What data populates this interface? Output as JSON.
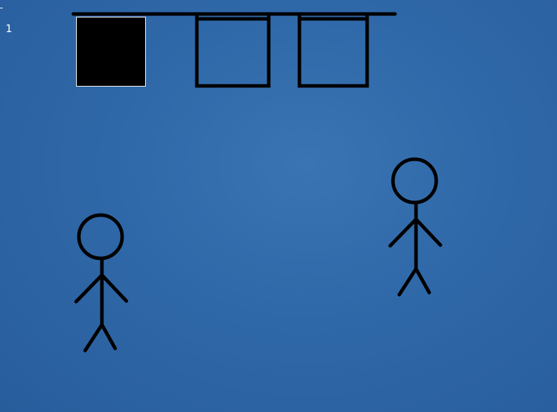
{
  "hud": {
    "dash": "-",
    "counter": "1"
  },
  "colors": {
    "background": "#2f68a8",
    "ink": "#000000",
    "text": "#ffffff",
    "selected_slot_border": "#ffffff"
  },
  "inventory": {
    "slots": [
      {
        "state": "filled",
        "selected": true
      },
      {
        "state": "empty",
        "selected": false
      },
      {
        "state": "empty",
        "selected": false
      }
    ]
  },
  "characters": [
    {
      "name": "stick-figure"
    },
    {
      "name": "stick-figure"
    }
  ]
}
